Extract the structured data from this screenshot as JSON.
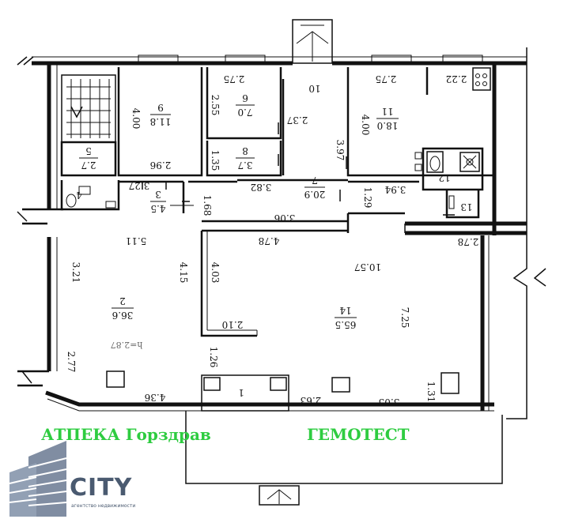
{
  "tenants": {
    "left": "АТПЕКА Горздрав",
    "right": "ГЕМОТЕСТ"
  },
  "logo": {
    "name": "CITY",
    "tagline": "агентство недвижимости"
  },
  "rooms": [
    {
      "id": "r9",
      "number": "9",
      "area": "11.8"
    },
    {
      "id": "r6",
      "number": "6",
      "area": "7.0"
    },
    {
      "id": "r10",
      "number": "10",
      "area": ""
    },
    {
      "id": "r11",
      "number": "11",
      "area": "18.0"
    },
    {
      "id": "r5",
      "number": "5",
      "area": "2.7"
    },
    {
      "id": "r8",
      "number": "8",
      "area": "3.7"
    },
    {
      "id": "r7",
      "number": "7",
      "area": "20.9"
    },
    {
      "id": "r12",
      "number": "12",
      "area": ""
    },
    {
      "id": "r13",
      "number": "13",
      "area": ""
    },
    {
      "id": "r4",
      "number": "4",
      "area": ""
    },
    {
      "id": "r3",
      "number": "3",
      "area": "4.5"
    },
    {
      "id": "r2",
      "number": "2",
      "area": "36.6"
    },
    {
      "id": "r14",
      "number": "14",
      "area": "65.5"
    },
    {
      "id": "r1",
      "number": "1",
      "area": ""
    }
  ],
  "dimensions": {
    "d_2_75_a": "2.75",
    "d_2_75_b": "2.75",
    "d_2_22": "2.22",
    "d_4_00_a": "4.00",
    "d_4_00_b": "4.00",
    "d_2_55": "2.55",
    "d_2_37": "2.37",
    "d_3_97": "3.97",
    "d_1_35": "1.35",
    "d_2_96": "2.96",
    "d_3_27": "3.27",
    "d_3_82": "3.82",
    "d_1_29": "1.29",
    "d_3_94": "3.94",
    "d_1_68": "1.68",
    "d_3_06": "3.06",
    "d_5_11": "5.11",
    "d_4_78": "4.78",
    "d_2_78": "2.78",
    "d_3_21": "3.21",
    "d_4_15": "4.15",
    "d_4_03": "4.03",
    "d_10_57": "10.57",
    "d_7_25": "7.25",
    "d_2_10": "2.10",
    "d_2_77": "2.77",
    "d_1_26": "1.26",
    "d_4_36": "4.36",
    "d_2_63": "2.63",
    "d_3_05": "3.05",
    "d_1_31": "1.31",
    "d_h_2_87": "h=2.87"
  }
}
